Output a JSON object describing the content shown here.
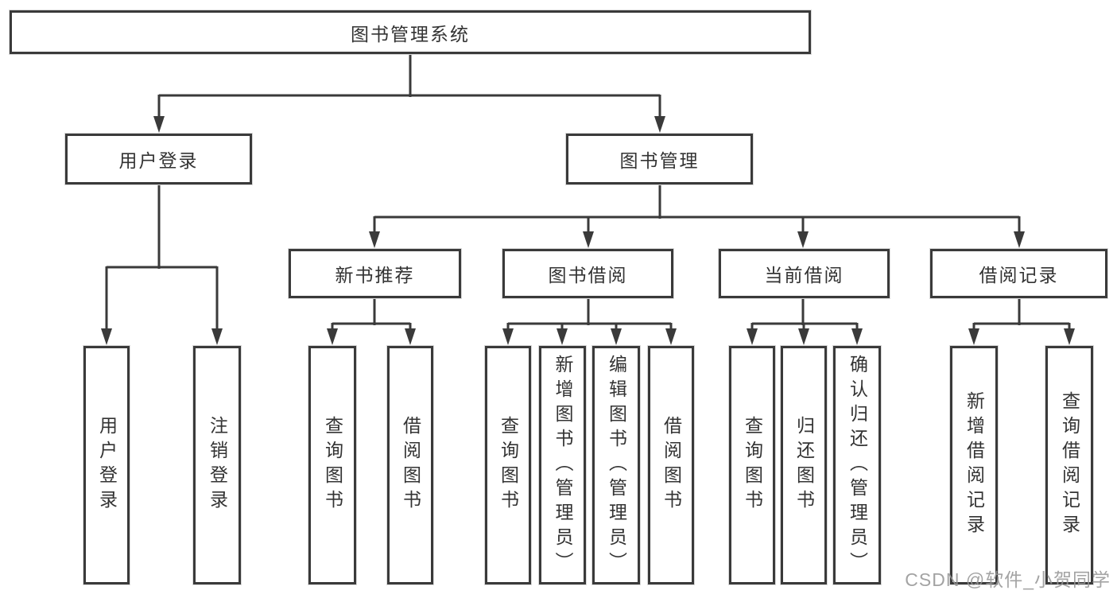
{
  "tree": {
    "label": "图书管理系统",
    "children": [
      {
        "label": "用户登录",
        "children": [
          {
            "label": "用户登录"
          },
          {
            "label": "注销登录"
          }
        ]
      },
      {
        "label": "图书管理",
        "children": [
          {
            "label": "新书推荐",
            "children": [
              {
                "label": "查询图书"
              },
              {
                "label": "借阅图书"
              }
            ]
          },
          {
            "label": "图书借阅",
            "children": [
              {
                "label": "查询图书"
              },
              {
                "label": "新增图书（管理员）"
              },
              {
                "label": "编辑图书（管理员）"
              },
              {
                "label": "借阅图书"
              }
            ]
          },
          {
            "label": "当前借阅",
            "children": [
              {
                "label": "查询图书"
              },
              {
                "label": "归还图书"
              },
              {
                "label": "确认归还（管理员）"
              }
            ]
          },
          {
            "label": "借阅记录",
            "children": [
              {
                "label": "新增借阅记录"
              },
              {
                "label": "查询借阅记录"
              }
            ]
          }
        ]
      }
    ]
  },
  "watermark": {
    "text": "CSDN @软件_小贺同学"
  },
  "colors": {
    "line": "#3a3a3a",
    "box_border": "#3a3a3a",
    "text": "#333333",
    "watermark": "#969696",
    "background": "#ffffff"
  }
}
